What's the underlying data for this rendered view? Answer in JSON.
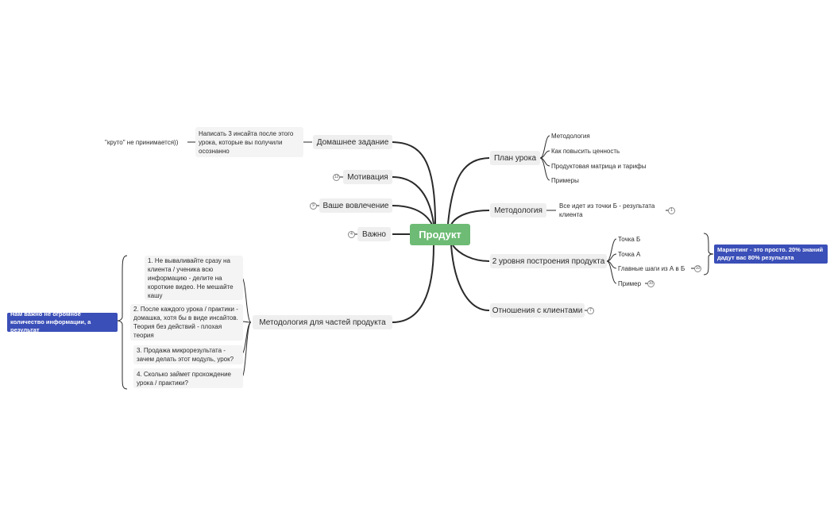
{
  "root": "Продукт",
  "left": {
    "homework": {
      "label": "Домашнее задание",
      "child": "Написать 3 инсайта после этого урока, которые вы получили осознанно",
      "note": "\"круто\" не принимается))"
    },
    "motivation": "Мотивация",
    "engagement": "Ваше вовлечение",
    "important": "Важно",
    "methodology_parts": {
      "label": "Методология для частей продукта",
      "items": [
        "1. Не вываливайте сразу на клиента / ученика всю информацию - делите на короткие видео. Не мешайте кашу",
        "2. После каждого урока / практики - домашка, хотя бы в виде инсайтов. Теория без действий - плохая теория",
        "3. Продажа микрорезультата - зачем делать этот модуль, урок?",
        "4. Сколько займет прохождение урока / практики?"
      ],
      "summary": "Нам важно не огромное количество информации, а результат"
    }
  },
  "right": {
    "lesson_plan": {
      "label": "План урока",
      "items": [
        "Методология",
        "Как повысить ценность",
        "Продуктовая матрица и тарифы",
        "Примеры"
      ]
    },
    "methodology": {
      "label": "Методология",
      "child": "Все идет из точки Б - результата клиента"
    },
    "two_levels": {
      "label": "2 уровня построения продукта",
      "items": [
        "Точка Б",
        "Точка А",
        "Главные шаги из А в Б",
        "Пример"
      ],
      "summary": "Маркетинг - это просто. 20% знаний дадут вас 80% результата"
    },
    "client_relations": "Отношения с клиентами"
  },
  "colors": {
    "root": "#6dbb74",
    "callout": "#3b4fb8",
    "node_bg": "#efefef",
    "line": "#2a2a2a"
  }
}
